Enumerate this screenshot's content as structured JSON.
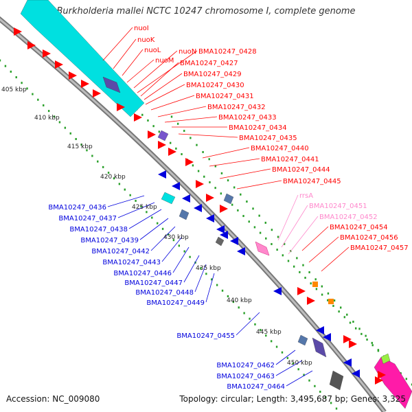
{
  "title": "Burkholderia mallei NCTC 10247 chromosome I, complete genome",
  "footer": {
    "accession": "Accession: NC_009080",
    "summary": "Topology: circular; Length: 3,495,687 bp; Genes: 3,325"
  },
  "colors": {
    "forward_gene": "#ff0000",
    "reverse_gene": "#0000dd",
    "rrna": "#ff88cc",
    "trna": "#ff8800",
    "cds_cyan": "#00e0e0",
    "cds_slate": "#5577aa",
    "cds_purple": "#5b4aa8",
    "cds_magenta": "#ff1ba8",
    "ticks": "#2aa02a",
    "backbone": "#888888"
  },
  "scale_labels": [
    "405 kbp",
    "410 kbp",
    "415 kbp",
    "420 kbp",
    "425 kbp",
    "430 kbp",
    "435 kbp",
    "440 kbp",
    "445 kbp",
    "450 kbp"
  ],
  "red_labels": [
    "nuoI",
    "nuoK",
    "nuoL",
    "nuoM",
    "nuoN",
    "BMA10247_0428",
    "BMA10247_0427",
    "BMA10247_0429",
    "BMA10247_0430",
    "BMA10247_0431",
    "BMA10247_0432",
    "BMA10247_0433",
    "BMA10247_0434",
    "BMA10247_0435",
    "BMA10247_0440",
    "BMA10247_0441",
    "BMA10247_0444",
    "BMA10247_0445",
    "BMA10247_0454",
    "BMA10247_0456",
    "BMA10247_0457"
  ],
  "pink_labels": [
    "rrsA",
    "BMA10247_0451",
    "BMA10247_0452"
  ],
  "blue_labels": [
    "BMA10247_0436",
    "BMA10247_0437",
    "BMA10247_0438",
    "BMA10247_0439",
    "BMA10247_0442",
    "BMA10247_0443",
    "BMA10247_0446",
    "BMA10247_0447",
    "BMA10247_0448",
    "BMA10247_0449",
    "BMA10247_0455",
    "BMA10247_0462",
    "BMA10247_0463",
    "BMA10247_0464"
  ]
}
